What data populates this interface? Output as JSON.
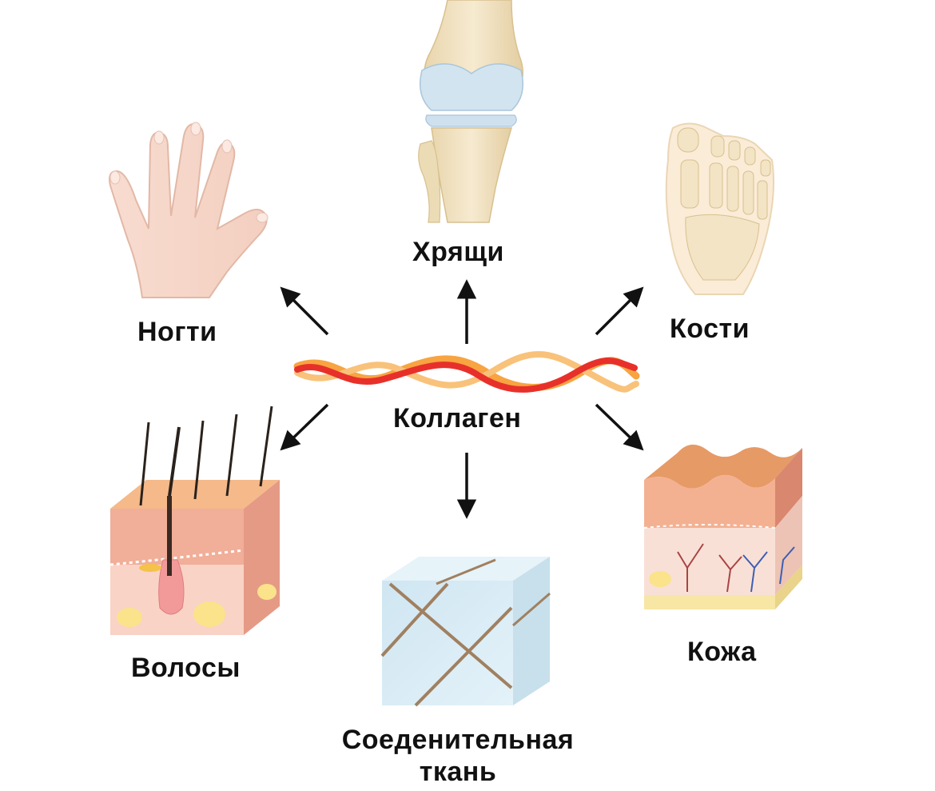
{
  "labels": {
    "center": "Коллаген",
    "nails": "Ногти",
    "cartilage": "Хрящи",
    "bones": "Кости",
    "hair": "Волосы",
    "skin": "Кожа",
    "connective_line1": "Соеденительная",
    "connective_line2": "ткань"
  },
  "colors": {
    "collagen_red": "#e8302a",
    "collagen_orange": "#f7a441",
    "skin_pink": "#f6c6b0",
    "bone_cream": "#f2e4c4",
    "cartilage_blue": "#d4e6f2",
    "tissue_blue": "#d9ecf5",
    "arrow": "#111111"
  }
}
